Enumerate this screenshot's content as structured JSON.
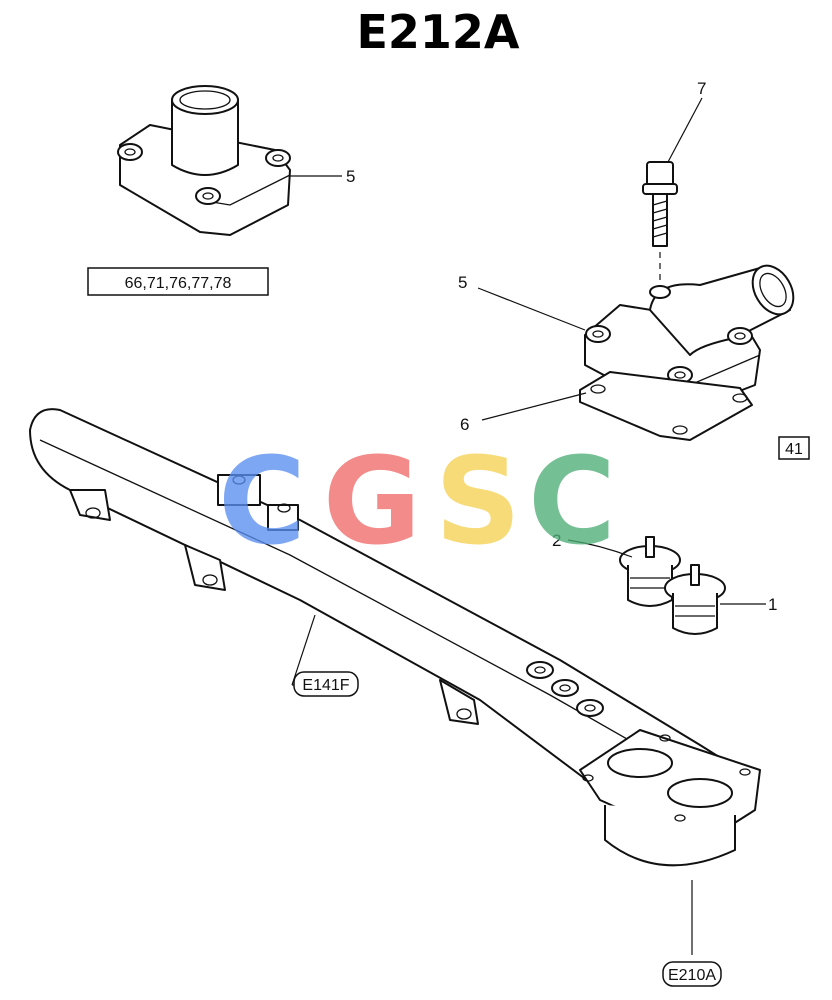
{
  "diagram": {
    "title": "E212A",
    "callouts": {
      "top_cover_5": "5",
      "bolt_7": "7",
      "housing_5": "5",
      "gasket_6": "6",
      "thermostat_2": "2",
      "thermostat_1": "1"
    },
    "boxed_labels": {
      "applicability": "66,71,76,77,78",
      "ref_41": "41",
      "ref_e141f": "E141F",
      "ref_e210a": "E210A"
    },
    "watermark": {
      "letters": [
        "C",
        "G",
        "S",
        "C"
      ],
      "colors": [
        "#5b8ff0",
        "#f26b6b",
        "#f7d154",
        "#4fae78"
      ]
    }
  }
}
